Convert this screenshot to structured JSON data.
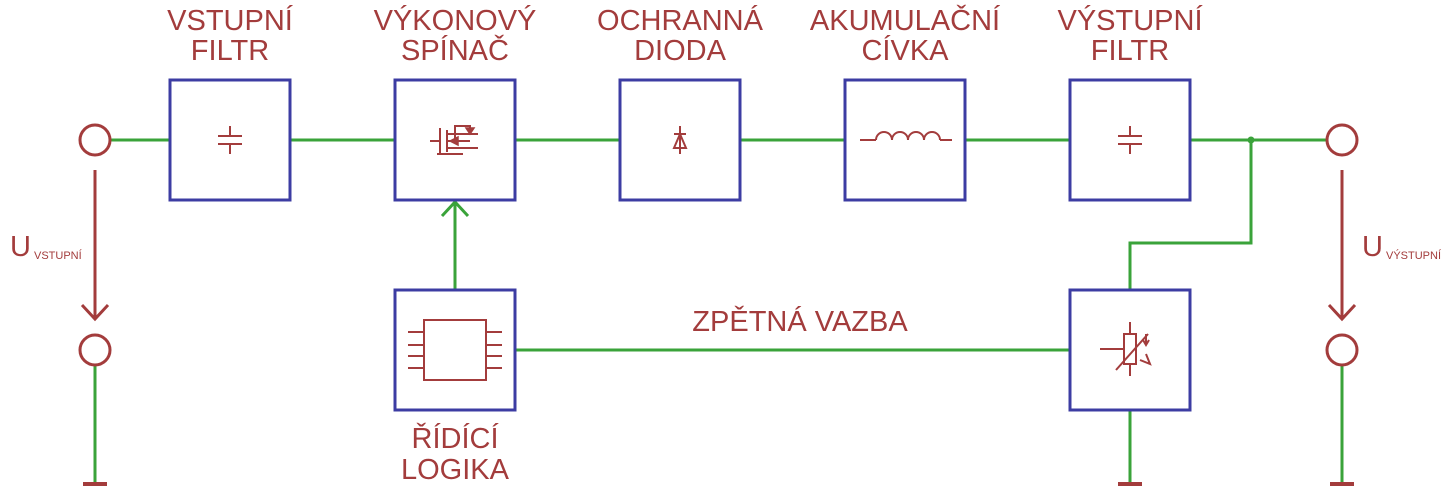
{
  "blocks": {
    "input_filter": {
      "line1": "VSTUPNÍ",
      "line2": "FILTR"
    },
    "power_switch": {
      "line1": "VÝKONOVÝ",
      "line2": "SPÍNAČ"
    },
    "protection_diode": {
      "line1": "OCHRANNÁ",
      "line2": "DIODA"
    },
    "storage_coil": {
      "line1": "AKUMULAČNÍ",
      "line2": "CÍVKA"
    },
    "output_filter": {
      "line1": "VÝSTUPNÍ",
      "line2": "FILTR"
    },
    "control_logic": {
      "line1": "ŘÍDÍCÍ",
      "line2": "LOGIKA"
    }
  },
  "feedback": {
    "label": "ZPĚTNÁ VAZBA"
  },
  "voltages": {
    "input": {
      "symbol": "U",
      "subscript": "VSTUPNÍ"
    },
    "output": {
      "symbol": "U",
      "subscript": "VÝSTUPNÍ"
    }
  },
  "colors": {
    "wire": "#3aa33a",
    "block_border": "#3c3ca3",
    "symbol": "#a33c3c",
    "text": "#a33c3c"
  }
}
